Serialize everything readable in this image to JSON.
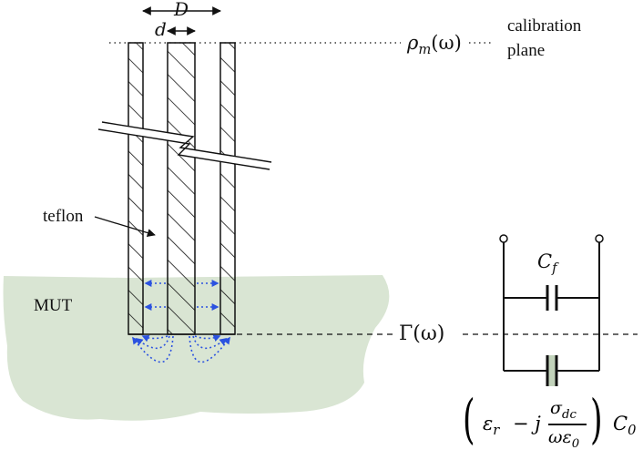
{
  "labels": {
    "D": "D",
    "d": "d",
    "rho": "ρ",
    "rho_sub": "m",
    "rho_arg": "(ω)",
    "calibration_line1": "calibration",
    "calibration_line2": "plane",
    "teflon": "teflon",
    "mut": "MUT",
    "gamma": "Γ(ω)",
    "cf": "C",
    "cf_sub": "f",
    "eps": "ε",
    "eps_sub": "r",
    "minus_j": "− j",
    "sigma": "σ",
    "sigma_sub": "dc",
    "omega_eps": "ωε",
    "omega_eps_sub": "0",
    "c0": "C",
    "c0_sub": "0"
  },
  "colors": {
    "mut_region": "#d9e5d3",
    "field_lines": "#2b52e0",
    "lines": "#111111",
    "capacitor_fill": "#c2d3bb"
  }
}
